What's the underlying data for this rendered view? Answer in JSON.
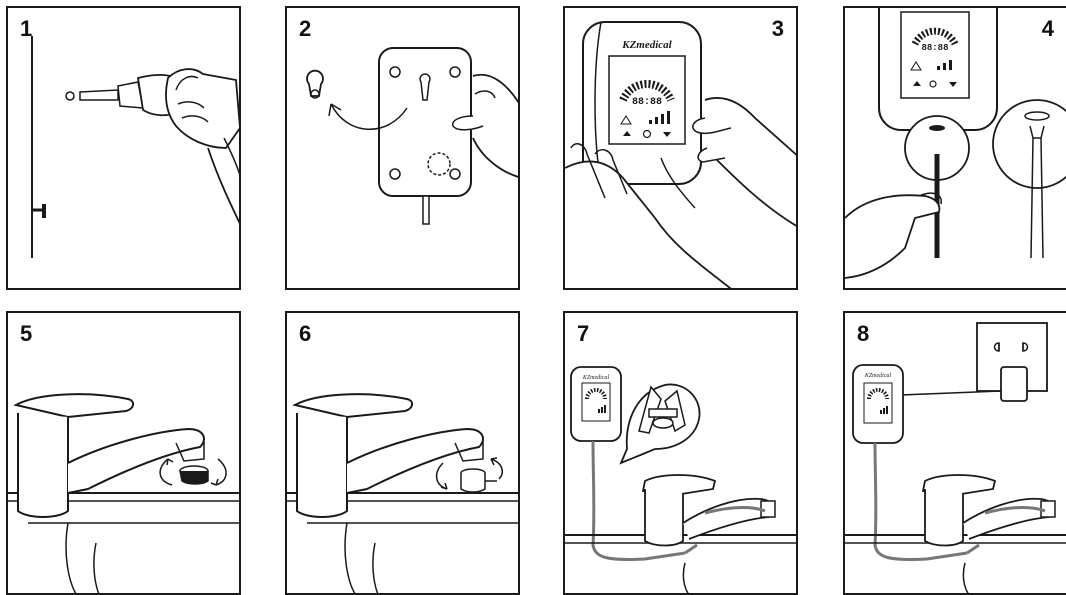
{
  "steps": [
    {
      "number": "1"
    },
    {
      "number": "2"
    },
    {
      "number": "3"
    },
    {
      "number": "4"
    },
    {
      "number": "5"
    },
    {
      "number": "6"
    },
    {
      "number": "7"
    },
    {
      "number": "8"
    }
  ],
  "device": {
    "brand": "KZmedical",
    "brand_small": "KZmedical",
    "display_digits": "88:88"
  },
  "colors": {
    "line": "#1a1a1a",
    "background": "#ffffff",
    "hose": "#777777"
  }
}
